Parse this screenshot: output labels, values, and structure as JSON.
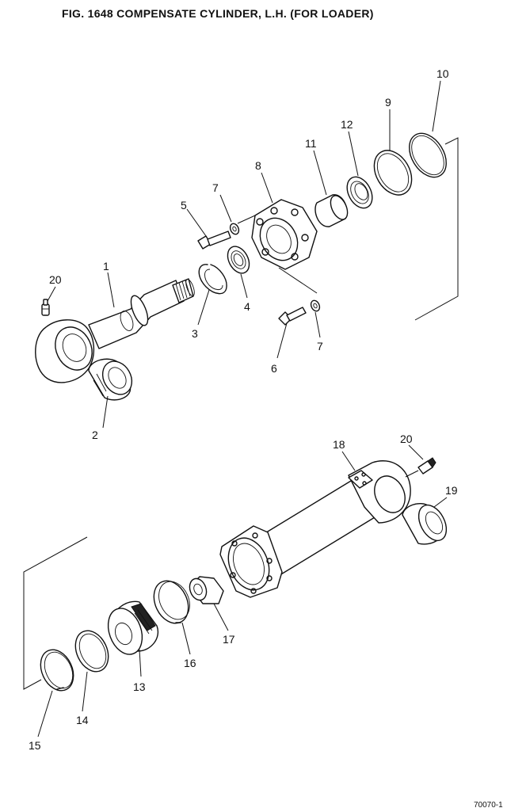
{
  "title": "FIG. 1648   COMPENSATE CYLINDER, L.H. (FOR LOADER)",
  "corner_text": "70070-1",
  "callouts": [
    "20",
    "1",
    "2",
    "3",
    "5",
    "7",
    "4",
    "8",
    "6",
    "7",
    "11",
    "12",
    "9",
    "10",
    "18",
    "20",
    "19",
    "17",
    "16",
    "13",
    "14",
    "15"
  ]
}
